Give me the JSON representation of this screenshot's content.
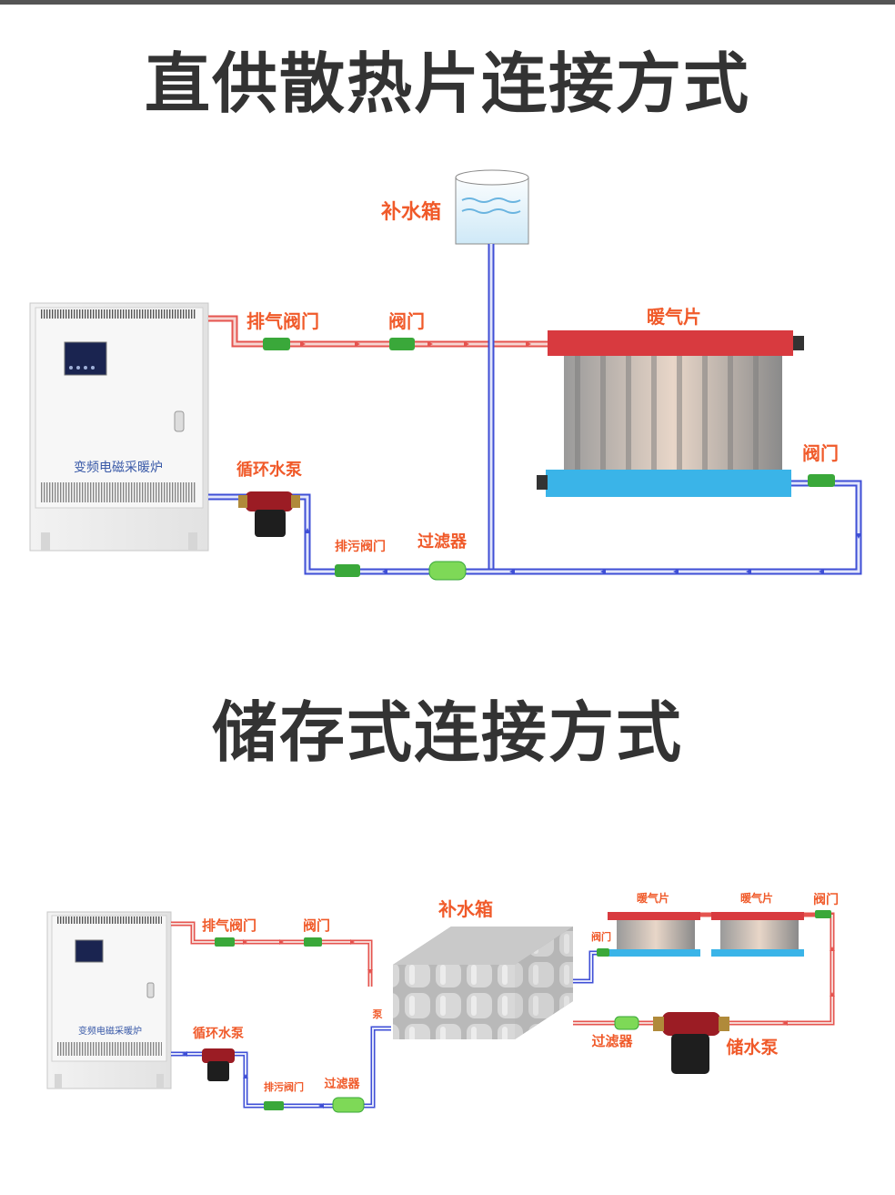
{
  "colors": {
    "hot_pipe": "#e5544f",
    "cold_pipe": "#3f4fd6",
    "label": "#f05a2a",
    "valve": "#3aa83a",
    "radiator_top": "#d83a3f",
    "radiator_bottom": "#3ab4e8",
    "title": "#333333"
  },
  "section1": {
    "title": "直供散热片连接方式",
    "labels": {
      "tank": "补水箱",
      "exhaust_valve": "排气阀门",
      "valve_top": "阀门",
      "radiator": "暖气片",
      "valve_right": "阀门",
      "pump": "循环水泵",
      "drain_valve": "排污阀门",
      "filter": "过滤器",
      "boiler": "变频电磁采暖炉"
    }
  },
  "section2": {
    "title": "储存式连接方式",
    "labels": {
      "tank": "补水箱",
      "exhaust_valve": "排气阀门",
      "valve_top": "阀门",
      "radiator_1": "暖气片",
      "radiator_2": "暖气片",
      "valve_right": "阀门",
      "valve_left": "阀门",
      "pump_label": "泵",
      "pump": "循环水泵",
      "drain_valve": "排污阀门",
      "filter_left": "过滤器",
      "filter_right": "过滤器",
      "storage_pump": "储水泵",
      "boiler": "变频电磁采暖炉"
    }
  }
}
